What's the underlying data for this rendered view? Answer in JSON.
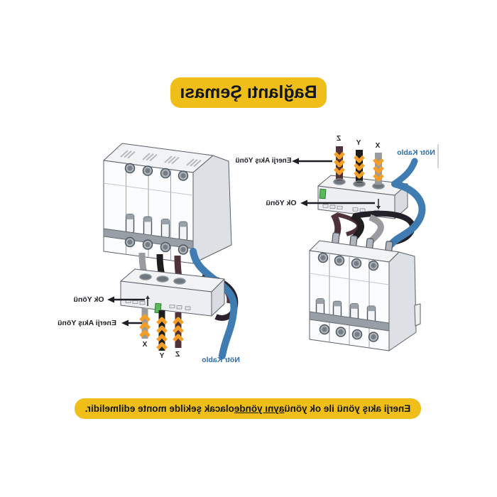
{
  "title": "Bağlantı Şeması",
  "footer": {
    "before": "Enerji akış yönü ile ok yönü ",
    "underlined": "aynı yönde",
    "after": " olacak şekilde monte edilmelidir."
  },
  "diagram_left": {
    "arrow_direction_label": "Ok Yönü",
    "energy_flow_label": "Enerji Akış Yönü",
    "neutral_cable_label": "Nötr Kablo",
    "phase_labels": {
      "x": "X",
      "y": "Y",
      "z": "Z"
    },
    "flow_chevrons": "up"
  },
  "diagram_right": {
    "arrow_direction_label": "Ok Yönü",
    "energy_flow_label": "Enerji Akış Yönü",
    "neutral_cable_label": "Nötr Kablo",
    "phase_labels": {
      "x": "X",
      "y": "Y",
      "z": "Z"
    },
    "flow_chevrons": "down"
  },
  "colors": {
    "banner_yellow": "#EFBE18",
    "dark_text": "#15171E",
    "neutral_wire_blue": "#3E7CB1",
    "neutral_label_blue": "#2E6BA8",
    "phase_gray": "#999B9E",
    "phase_black": "#1E1E1E",
    "phase_brown": "#4E3139",
    "flow_arrow_orange": "#F59E27",
    "device_green": "#5CB85C",
    "body_white": "#FBFCFD"
  },
  "text_rendering": "mirrored"
}
